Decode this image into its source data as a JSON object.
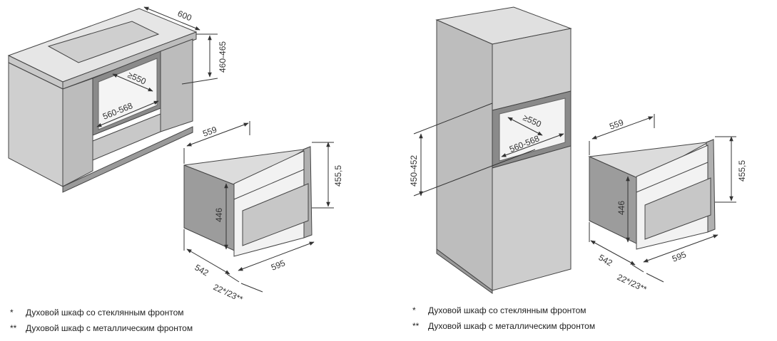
{
  "left_install": {
    "dims": {
      "depth_top": "600",
      "height_range": "460-465",
      "min_depth": "≥550",
      "opening_width": "560-568"
    }
  },
  "right_install": {
    "dims": {
      "height_range": "450-452",
      "min_depth": "≥550",
      "opening_width": "560-568"
    }
  },
  "left_oven": {
    "dims": {
      "depth": "559",
      "total_height": "455,5",
      "body_height": "446",
      "body_depth": "542",
      "front_width": "595",
      "front_thickness": "22*/23**"
    }
  },
  "right_oven": {
    "dims": {
      "depth": "559",
      "total_height": "455,5",
      "body_height": "446",
      "body_depth": "542",
      "front_width": "595",
      "front_thickness": "22*/23**"
    }
  },
  "legend_left": [
    {
      "mark": "*",
      "text": "Духовой шкаф со стеклянным фронтом"
    },
    {
      "mark": "**",
      "text": "Духовой шкаф с металлическим фронтом"
    }
  ],
  "legend_right": [
    {
      "mark": "*",
      "text": "Духовой шкаф со стеклянным фронтом"
    },
    {
      "mark": "**",
      "text": "Духовой шкаф с металлическим фронтом"
    }
  ]
}
